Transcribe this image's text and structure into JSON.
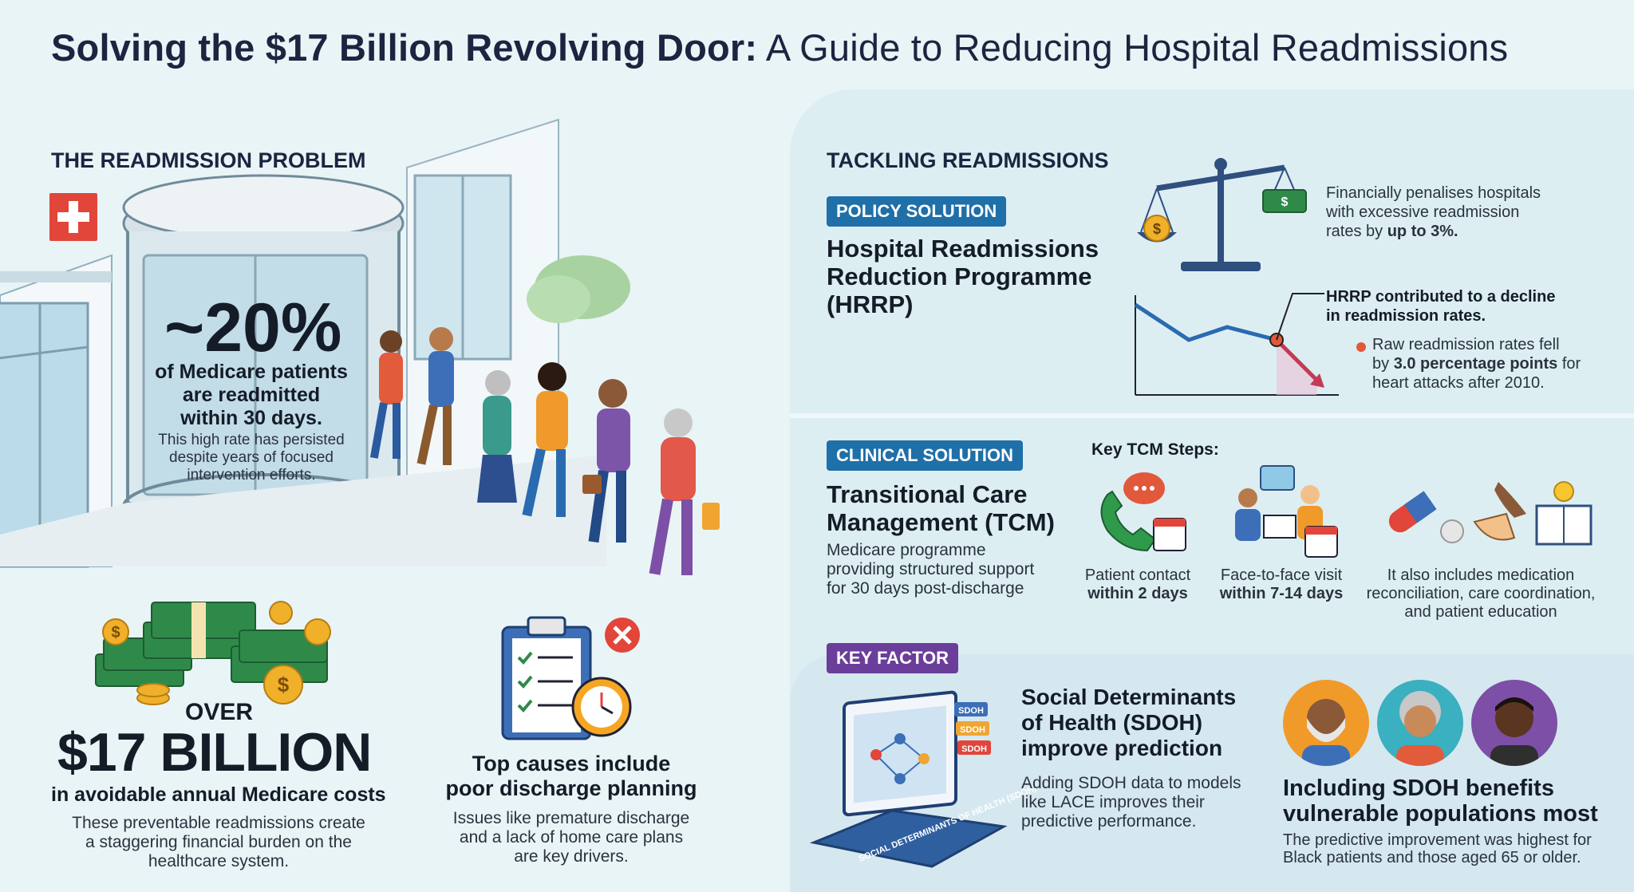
{
  "title": {
    "bold": "Solving the $17 Billion Revolving Door:",
    "light": "A Guide to Reducing Hospital Readmissions"
  },
  "left": {
    "heading": "THE READMISSION PROBLEM",
    "stat_big": "~20%",
    "stat_text": "of Medicare patients are readmitted within 30 days.",
    "stat_line1": "of Medicare patients",
    "stat_line2": "are readmitted",
    "stat_line3": "within 30 days.",
    "stat_note_l1": "This high rate has persisted",
    "stat_note_l2": "despite years of focused",
    "stat_note_l3": "intervention efforts.",
    "over": "OVER",
    "billion": "$17 BILLION",
    "cost_label": "in avoidable annual Medicare costs",
    "cost_note_l1": "These preventable readmissions create",
    "cost_note_l2": "a staggering financial burden on the",
    "cost_note_l3": "healthcare system.",
    "causes_l1": "Top causes include",
    "causes_l2": "poor discharge planning",
    "causes_note_l1": "Issues like premature discharge",
    "causes_note_l2": "and a lack of home care plans",
    "causes_note_l3": "are key drivers."
  },
  "right": {
    "heading": "TACKLING READMISSIONS",
    "policy": {
      "tag": "POLICY SOLUTION",
      "title_l1": "Hospital Readmissions",
      "title_l2": "Reduction Programme",
      "title_l3": "(HRRP)",
      "penalty_l1": "Financially penalises hospitals",
      "penalty_l2": "with excessive readmission",
      "penalty_l3a": "rates by ",
      "penalty_l3b": "up to 3%.",
      "decline_l1": "HRRP contributed to a decline",
      "decline_l2": "in readmission rates.",
      "raw_l1": "Raw readmission rates fell",
      "raw_l2a": "by ",
      "raw_l2b": "3.0 percentage points",
      "raw_l2c": " for",
      "raw_l3": "heart attacks after 2010."
    },
    "clinical": {
      "tag": "CLINICAL SOLUTION",
      "title_l1": "Transitional Care",
      "title_l2": "Management (TCM)",
      "desc_l1": "Medicare programme",
      "desc_l2": "providing structured support",
      "desc_l3": "for 30 days post-discharge",
      "steps_heading": "Key TCM Steps:",
      "step1_l1": "Patient contact",
      "step1_l2": "within 2 days",
      "step2_l1": "Face-to-face visit",
      "step2_l2": "within 7-14 days",
      "also_l1": "It also includes medication",
      "also_l2": "reconciliation, care coordination,",
      "also_l3": "and patient education"
    },
    "key": {
      "tag": "KEY FACTOR",
      "title_l1": "Social Determinants",
      "title_l2": "of Health (SDOH)",
      "title_l3": "improve prediction",
      "desc_l1": "Adding SDOH data to models",
      "desc_l2": "like LACE improves their",
      "desc_l3": "predictive performance.",
      "screen_label": "SOCIAL DETERMINANTS OF HEALTH (SDOH)",
      "chip": "SDOH",
      "benefit_l1": "Including SDOH benefits",
      "benefit_l2": "vulnerable populations most",
      "benefit_note_l1": "The predictive improvement was highest for",
      "benefit_note_l2": "Black patients and those aged 65 or older."
    }
  },
  "icons": {
    "dollar": "$",
    "cross": "+"
  },
  "colors": {
    "blue_tag": "#1f6fa8",
    "purple_tag": "#6a3e9a",
    "money_green": "#2f8a4a",
    "coin": "#f0b02a",
    "red": "#e2453a"
  }
}
